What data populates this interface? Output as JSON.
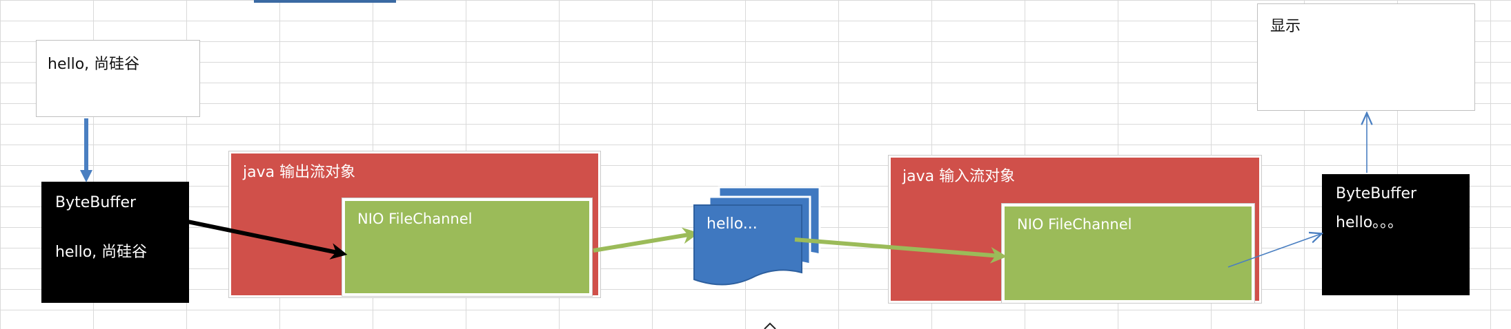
{
  "source_box": {
    "text": "hello, 尚硅谷"
  },
  "display_box": {
    "text": "显示"
  },
  "left_buffer": {
    "title": "ByteBuffer",
    "content": "hello, 尚硅谷"
  },
  "right_buffer": {
    "title": "ByteBuffer",
    "content": "hello。。。"
  },
  "output_stream": {
    "label": "java  输出流对象",
    "channel_label": "NIO FileChannel"
  },
  "input_stream": {
    "label": "java  输入流对象",
    "channel_label": "NIO FileChannel"
  },
  "file_docs": {
    "label": "hello..."
  },
  "colors": {
    "stream_red": "#d0504a",
    "channel_green": "#9bbb59",
    "doc_blue": "#3f78c0",
    "arrow_blue": "#4a7fc1",
    "buffer_black": "#000000"
  }
}
